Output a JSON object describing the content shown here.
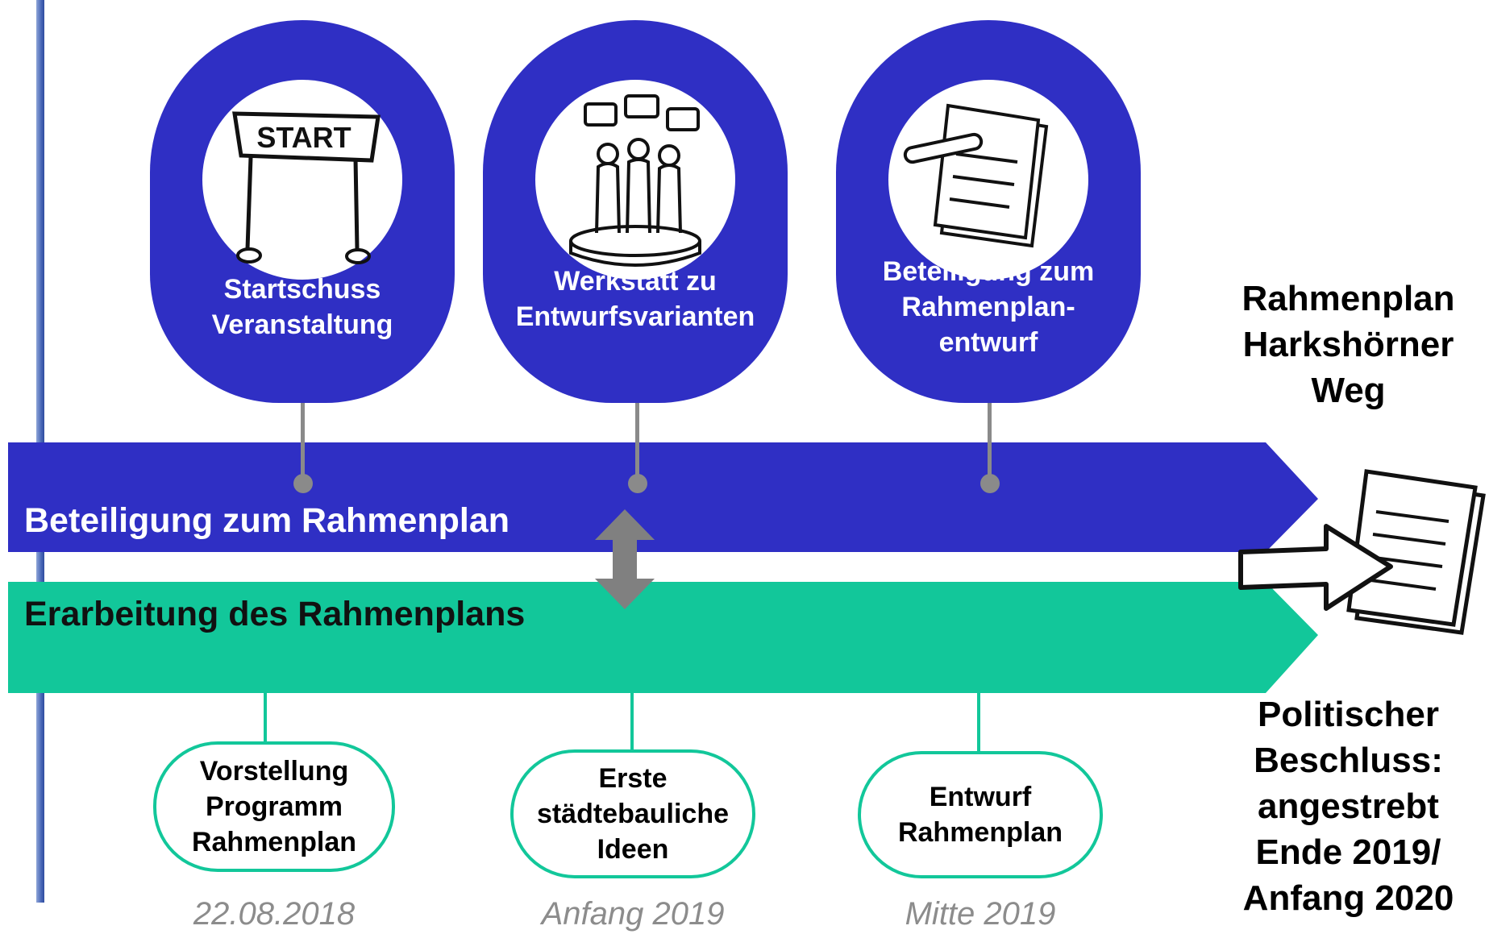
{
  "participation_band": {
    "label": "Beteiligung zum Rahmenplan",
    "color": "#2f2fc4"
  },
  "development_band": {
    "label": "Erarbeitung des Rahmenplans",
    "color": "#12c79a"
  },
  "events": [
    {
      "title_lines": [
        "Startschuss",
        "Veranstaltung"
      ],
      "icon": "start-banner-icon",
      "icon_text": "START"
    },
    {
      "title_lines": [
        "Werkstatt zu",
        "Entwurfsvarianten"
      ],
      "icon": "people-discussion-icon"
    },
    {
      "title_lines": [
        "Beteiligung zum",
        "Rahmenplan-",
        "entwurf"
      ],
      "icon": "documents-pen-icon"
    }
  ],
  "milestones": [
    {
      "lines": [
        "Vorstellung",
        "Programm",
        "Rahmenplan"
      ],
      "date": "22.08.2018"
    },
    {
      "lines": [
        "Erste",
        "städtebauliche",
        "Ideen"
      ],
      "date": "Anfang 2019"
    },
    {
      "lines": [
        "Entwurf",
        "Rahmenplan"
      ],
      "date": "Mitte 2019"
    }
  ],
  "result_title": [
    "Rahmenplan",
    "Harkshörner",
    "Weg"
  ],
  "result_icon": "document-handover-icon",
  "decision": [
    "Politischer",
    "Beschluss:",
    "angestrebt",
    "Ende 2019/",
    "Anfang 2020"
  ]
}
